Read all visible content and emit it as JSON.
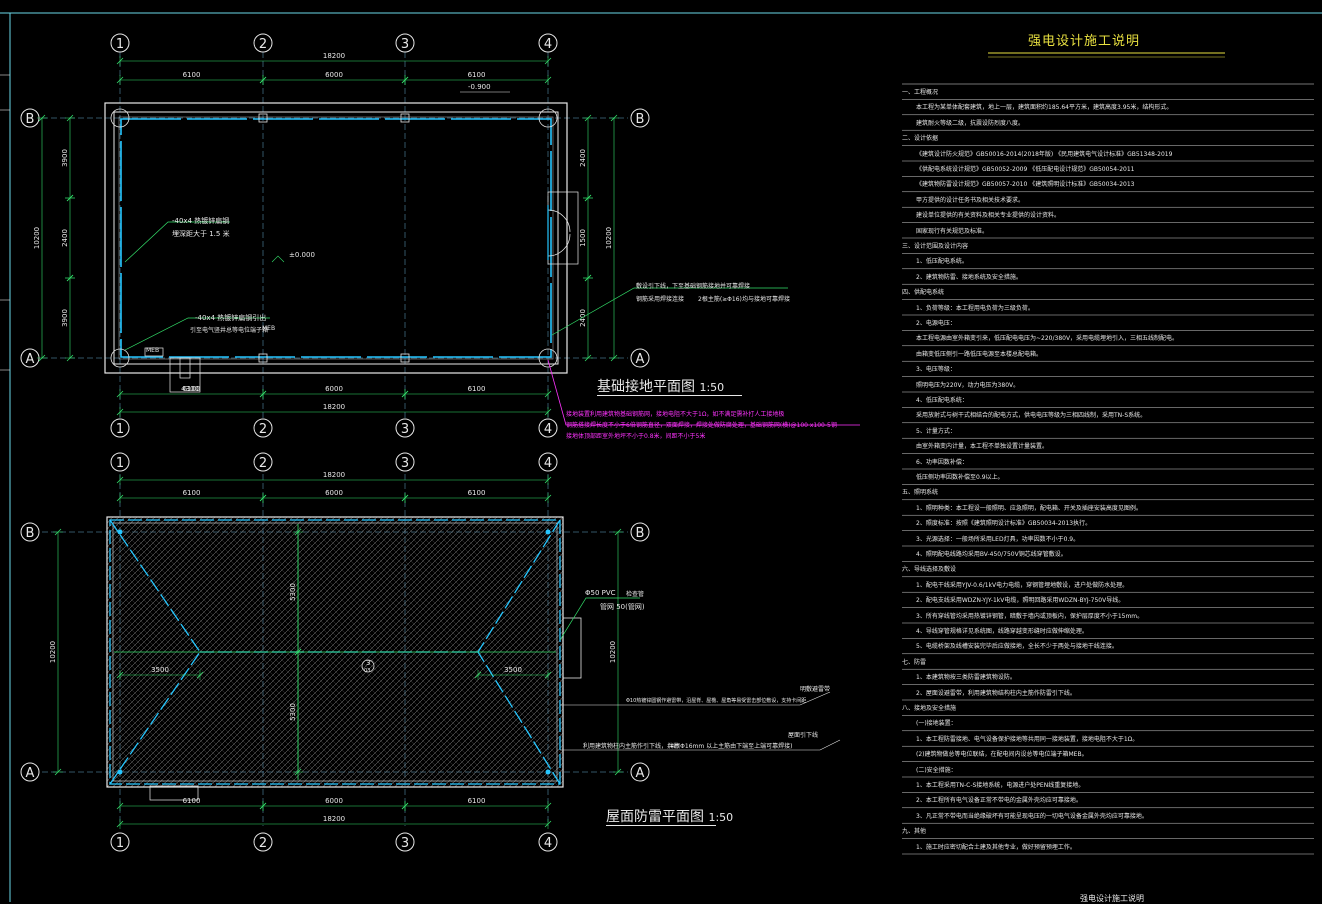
{
  "grid": {
    "cols": [
      "1",
      "2",
      "3",
      "4"
    ],
    "rows": [
      "B",
      "A"
    ]
  },
  "plan1": {
    "title": "基础接地平面图",
    "scale": "1:50",
    "dim_total": "18200",
    "dim_spans": [
      "6100",
      "6000",
      "6100"
    ],
    "dim_left": [
      "3900",
      "2400",
      "3900"
    ],
    "dim_left_total": "10200",
    "dim_right": [
      "2400",
      "1500",
      "2400"
    ],
    "dim_right_total": "10200",
    "bottom_small": "4300",
    "level_top": "-0.900",
    "level_mid": "±0.000",
    "note_left_1": "-40x4 热镀锌扁钢",
    "note_left_2": "埋深距大于 1.5 米",
    "note_bottom_1": "-40x4 热镀锌扁钢引出",
    "note_bottom_2": "引至电气竖井总等电位端子箱",
    "note_bottom_3": "MEB",
    "meb_label": "MEB",
    "note_right_1": "敷设引下线，下至基础钢筋接地并可靠焊接",
    "note_right_2": "钢筋采用焊接连接",
    "note_right_3": "2根主筋(≥Φ16)",
    "note_right_4": "均与接地可靠焊接",
    "magenta_1": "接地装置利用建筑物基础钢筋网，接地电阻不大于1Ω，如不满足需补打人工接地极",
    "magenta_2": "钢筋搭接焊长度不小于6倍钢筋直径，双面焊接，焊接处做防腐处理，基础钢筋网(横)@100 x100-5钢",
    "magenta_3": "接地体顶部距室外地坪不小于0.8米，间距不小于5米"
  },
  "plan2": {
    "title": "屋面防雷平面图",
    "scale": "1:50",
    "dim_total": "18200",
    "dim_spans": [
      "6100",
      "6000",
      "6100"
    ],
    "dim_left_total": "10200",
    "dim_right_total": "10200",
    "dim_inner_left": "3500",
    "dim_inner_right": "3500",
    "dim_inner_top": "5300",
    "dim_inner_bottom": "5300",
    "note_pvc_1": "Φ50 PVC",
    "note_pvc_2": "管网 50(管网)",
    "note_pvc_3": "检查管",
    "note_mid": "Φ10热镀锌圆钢作避雷带，沿屋脊、屋檐、屋角等易受雷击部位敷设，支持卡间距1m，转角处0.5m",
    "note_mid_right": "明敷避雷带",
    "note_lower_1": "利用建筑物柱内主筋作引下线，共计",
    "note_lower_2": "(4根Φ16mm 以上主筋由下端至上端可靠焊接)",
    "note_lower_right": "屋面引下线",
    "center_mark": "3",
    "center_sub": "03"
  },
  "spec": {
    "title": "强电设计施工说明",
    "footer": "强电设计施工说明",
    "lines": [
      "一、工程概况",
      "本工程为某单体配套建筑，地上一层，建筑面积约185.64平方米，建筑高度3.95米，结构形式。",
      "建筑耐火等级二级，抗震设防烈度八度。",
      "二、设计依据",
      "《建筑设计防火规范》GB50016-2014(2018年版)        《民用建筑电气设计标准》GB51348-2019",
      "《供配电系统设计规范》GB50052-2009                 《低压配电设计规范》GB50054-2011",
      "《建筑物防雷设计规范》GB50057-2010                 《建筑照明设计标准》GB50034-2013",
      "甲方提供的设计任务书及相关技术要求。",
      "建设单位提供的有关资料及相关专业提供的设计资料。",
      "国家现行有关规范及标准。",
      "三、设计范围及设计内容",
      "1、低压配电系统。",
      "2、建筑物防雷、接地系统及安全措施。",
      "四、供配电系统",
      "1、负荷等级：本工程用电负荷为三级负荷。",
      "2、电源电压：",
      "本工程电源由室外箱变引来，低压配电电压为~220/380V，采用电缆埋地引入，三相五线制配电。",
      "由箱变低压侧引一路低压电源至本楼总配电箱。",
      "3、电压等级：",
      "照明电压为220V，动力电压为380V。",
      "4、低压配电系统：",
      "采用放射式与树干式相结合的配电方式，供电电压等级为三相四线制，采用TN-S系统。",
      "5、计量方式：",
      "由室外箱变内计量，本工程不单独设置计量装置。",
      "6、功率因数补偿：",
      "低压侧功率因数补偿至0.9以上。",
      "五、照明系统",
      "1、照明种类：本工程设一般照明、应急照明，配电箱、开关及插座安装高度见图例。",
      "2、照度标准：按照《建筑照明设计标准》GB50034-2013执行。",
      "3、光源选择：一般场所采用LED灯具，功率因数不小于0.9。",
      "4、照明配电线路均采用BV-450/750V铜芯线穿管敷设。",
      "六、导线选择及敷设",
      "1、配电干线采用YJV-0.6/1kV电力电缆，穿钢管埋地敷设，进户处做防水处理。",
      "2、配电支线采用WDZN-YJY-1kV电缆，照明回路采用WDZN-BYJ-750V导线。",
      "3、所有穿线管均采用热镀锌钢管，暗敷于墙内或顶板内，保护层厚度不小于15mm。",
      "4、导线穿管规格详见系统图，线路穿越变形缝时应做伸缩处理。",
      "5、电缆桥架及线槽安装完毕后应做接地，全长不少于两处与接地干线连接。",
      "七、防雷",
      "1、本建筑物按三类防雷建筑物设防。",
      "2、屋面设避雷带，利用建筑物结构柱内主筋作防雷引下线。",
      "八、接地及安全措施",
      "(一)接地装置：",
      "1、本工程防雷接地、电气设备保护接地等共用同一接地装置，接地电阻不大于1Ω。",
      "(2)建筑物做总等电位联结，在配电间内设总等电位端子箱MEB。",
      "(二)安全措施：",
      "1、本工程采用TN-C-S接地系统，电源进户处PEN线重复接地。",
      "2、本工程所有电气设备正常不带电的金属外壳均应可靠接地。",
      "3、凡正常不带电而当绝缘破坏有可能呈现电压的一切电气设备金属外壳均应可靠接地。",
      "九、其他",
      "1、施工时应密切配合土建及其他专业，做好预留预埋工作。"
    ]
  }
}
